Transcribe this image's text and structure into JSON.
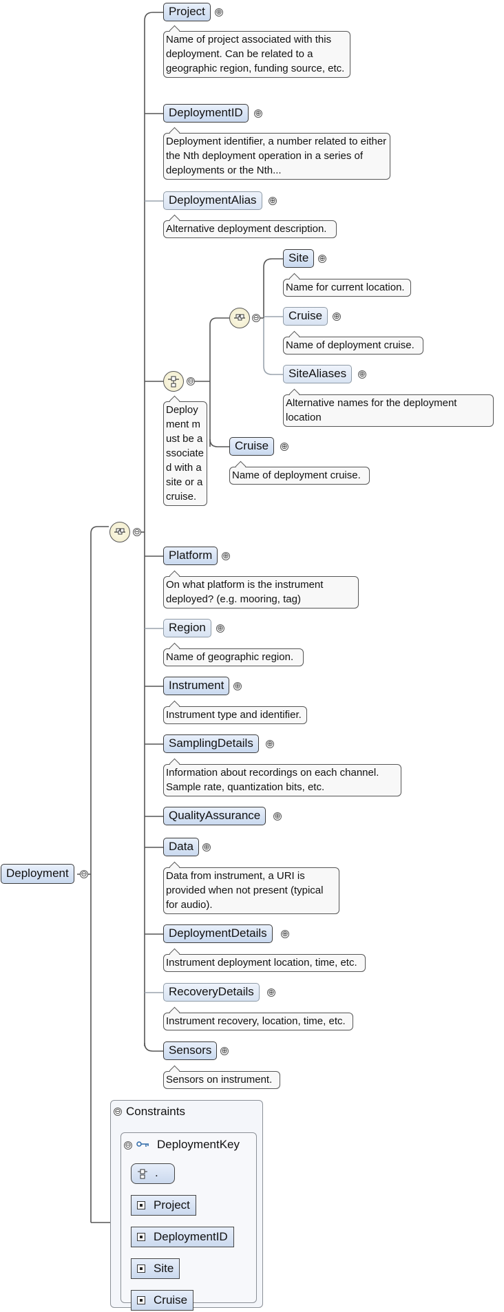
{
  "root": {
    "label": "Deployment"
  },
  "elements": {
    "project": {
      "label": "Project",
      "doc": "Name of project associated with this deployment. Can be related to a geographic region, funding source, etc."
    },
    "deployment_id": {
      "label": "DeploymentID",
      "doc": "Deployment identifier, a number related to either the Nth deployment operation in a series of deployments or the Nth..."
    },
    "deployment_alias": {
      "label": "DeploymentAlias",
      "doc": "Alternative deployment description."
    },
    "choice_doc": "Deployment must be associated with a site or a cruise.",
    "site": {
      "label": "Site",
      "doc": "Name for current location."
    },
    "site_cruise": {
      "label": "Cruise",
      "doc": "Name of deployment cruise."
    },
    "site_aliases": {
      "label": "SiteAliases",
      "doc": "Alternative names for the deployment location"
    },
    "cruise": {
      "label": "Cruise",
      "doc": "Name of deployment cruise."
    },
    "platform": {
      "label": "Platform",
      "doc": "On what platform is the instrument deployed? (e.g. mooring, tag)"
    },
    "region": {
      "label": "Region",
      "doc": "Name of geographic region."
    },
    "instrument": {
      "label": "Instrument",
      "doc": "Instrument type and identifier."
    },
    "sampling_details": {
      "label": "SamplingDetails",
      "doc": "Information about recordings on each channel. Sample rate, quantization bits, etc."
    },
    "quality_assurance": {
      "label": "QualityAssurance"
    },
    "data": {
      "label": "Data",
      "doc": "Data from instrument, a URI is provided when not present (typical for audio)."
    },
    "deployment_details": {
      "label": "DeploymentDetails",
      "doc": "Instrument deployment location, time, etc."
    },
    "recovery_details": {
      "label": "RecoveryDetails",
      "doc": "Instrument recovery, location, time, etc."
    },
    "sensors": {
      "label": "Sensors",
      "doc": "Sensors on instrument."
    }
  },
  "constraints": {
    "title": "Constraints",
    "key_name": "DeploymentKey",
    "selector": ".",
    "fields": [
      "Project",
      "DeploymentID",
      "Site",
      "Cruise"
    ]
  },
  "icons": {
    "expand": "⊕",
    "collapse": "⊖",
    "sequence": "sequence-compositor-icon",
    "choice": "choice-compositor-icon",
    "key": "key-icon"
  }
}
